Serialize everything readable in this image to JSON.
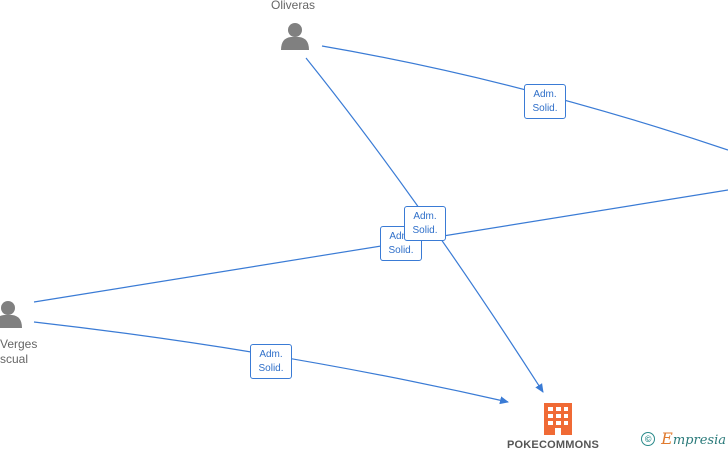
{
  "nodes": {
    "person_top": {
      "name": "Oliveras"
    },
    "person_left": {
      "name_line1": "Verges",
      "name_line2": "scual"
    },
    "company": {
      "name": "POKECOMMONS"
    }
  },
  "edges": [
    {
      "role_line1": "Adm.",
      "role_line2": "Solid."
    },
    {
      "role_line1": "Adm.",
      "role_line2": "Solid."
    },
    {
      "role_line1": "Adm.",
      "role_line2": "Solid."
    },
    {
      "role_line1": "Adm.",
      "role_line2": "Solid."
    }
  ],
  "brand": {
    "symbol": "©",
    "initial": "E",
    "rest": "mpresia"
  },
  "colors": {
    "edge": "#3a7bd5",
    "person": "#808080",
    "company": "#f06a35"
  }
}
